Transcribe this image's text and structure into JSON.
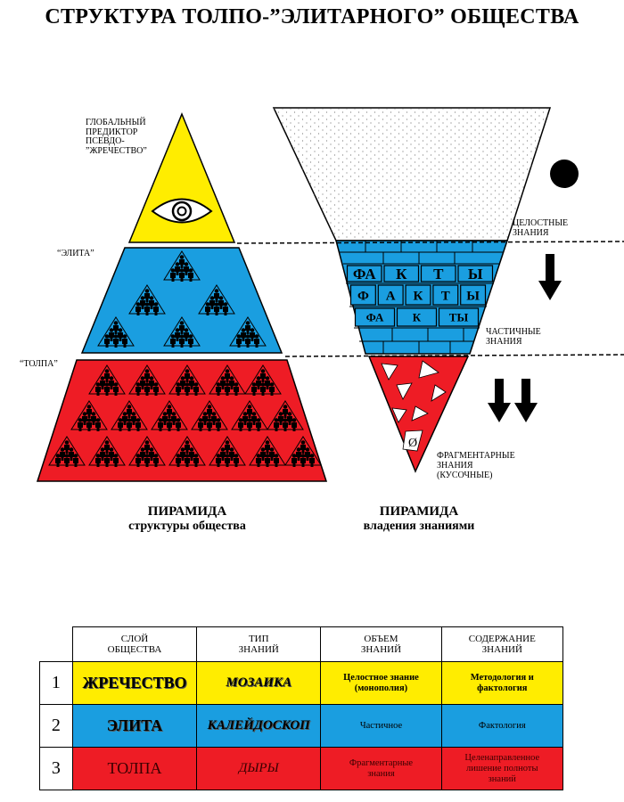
{
  "title": "СТРУКТУРА ТОЛПО-”ЭЛИТАРНОГО” ОБЩЕСТВА",
  "left_pyramid": {
    "labels": {
      "top": [
        "ГЛОБАЛЬНЫЙ",
        "ПРЕДИКТОР",
        "ПСЕВДО-",
        "”ЖРЕЧЕСТВО”"
      ],
      "middle": "“ЭЛИТА”",
      "bottom": "“ТОЛПА”"
    },
    "caption_line1": "ПИРАМИДА",
    "caption_line2": "структуры общества",
    "colors": {
      "top": "#ffed00",
      "middle": "#1a9ee0",
      "bottom": "#ee1c25"
    }
  },
  "right_pyramid": {
    "labels": {
      "top": [
        "ЦЕЛОСТНЫЕ",
        "ЗНАНИЯ"
      ],
      "middle": [
        "ЧАСТИЧНЫЕ",
        "ЗНАНИЯ"
      ],
      "bottom": [
        "ФРАГМЕНТАРНЫЕ",
        "ЗНАНИЯ",
        "(КУСОЧНЫЕ)"
      ]
    },
    "facts_rows": [
      [
        "ФА",
        "К",
        "Т",
        "Ы"
      ],
      [
        "Ф",
        "А",
        "К",
        "Т",
        "Ы"
      ],
      [
        "ФА",
        "К",
        "ТЫ"
      ]
    ],
    "empty_set_symbol": "Ø",
    "caption_line1": "ПИРАМИДА",
    "caption_line2": "владения знаниями"
  },
  "table": {
    "headers": [
      [
        "СЛОЙ",
        "ОБЩЕСТВА"
      ],
      [
        "ТИП",
        "ЗНАНИЙ"
      ],
      [
        "ОБЪЕМ",
        "ЗНАНИЙ"
      ],
      [
        "СОДЕРЖАНИЕ",
        "ЗНАНИЙ"
      ]
    ],
    "rows": [
      {
        "num": "1",
        "layer": "ЖРЕЧЕСТВО",
        "type": "МОЗАИКА",
        "volume": [
          "Целостное знание",
          "(монополия)"
        ],
        "content": [
          "Методология и",
          "фактология"
        ],
        "color": "#ffed00"
      },
      {
        "num": "2",
        "layer": "ЭЛИТА",
        "type": "КАЛЕЙДОСКОП",
        "volume": [
          "Частичное"
        ],
        "content": [
          "Фактология"
        ],
        "color": "#1a9ee0"
      },
      {
        "num": "3",
        "layer": "ТОЛПА",
        "type": "ДЫРЫ",
        "volume": [
          "Фрагментарные",
          "знания"
        ],
        "content": [
          "Целенаправленное",
          "лишение полноты",
          "знаний"
        ],
        "color": "#ee1c25"
      }
    ]
  }
}
